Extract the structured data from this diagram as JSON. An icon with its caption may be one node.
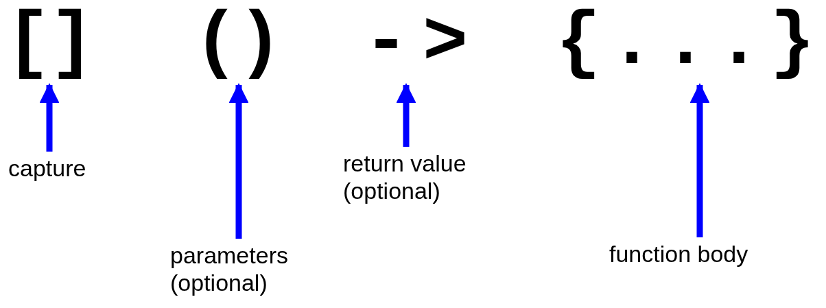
{
  "diagram": {
    "nodes": [
      {
        "text": [
          "[]"
        ]
      },
      {
        "text": [
          "()"
        ]
      },
      {
        "text": [
          "->"
        ]
      },
      {
        "text": [
          "{...}"
        ]
      },
      {
        "text": [
          "capture"
        ]
      },
      {
        "text": [
          "parameters (optional)"
        ]
      },
      {
        "text": [
          "return value (optional)"
        ]
      },
      {
        "text": [
          "function body"
        ]
      }
    ],
    "edges": [
      {
        "from": 4,
        "to": 0,
        "arrow": "to"
      },
      {
        "from": 5,
        "to": 1,
        "arrow": "to"
      },
      {
        "from": 6,
        "to": 2,
        "arrow": "to"
      },
      {
        "from": 7,
        "to": 3,
        "arrow": "to"
      }
    ]
  }
}
